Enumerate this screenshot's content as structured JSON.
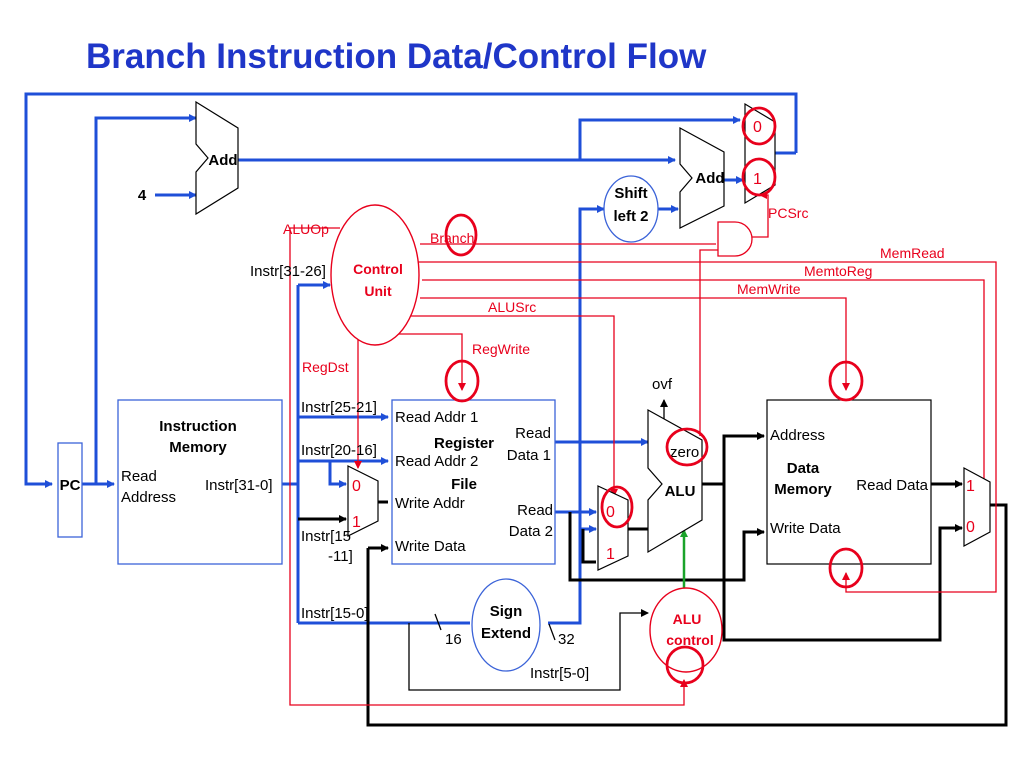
{
  "title": "Branch Instruction Data/Control Flow",
  "components": {
    "pc": "PC",
    "imem_title": [
      "Instruction",
      "Memory"
    ],
    "imem_read": [
      "Read",
      "Address"
    ],
    "imem_out": "Instr[31-0]",
    "add_pc": "Add",
    "const_four": "4",
    "add_branch": "Add",
    "shift": [
      "Shift",
      "left 2"
    ],
    "control": [
      "Control",
      "Unit"
    ],
    "regfile_title": [
      "Register",
      "File"
    ],
    "reg_read1": "Read Addr 1",
    "reg_read2": "Read Addr 2",
    "reg_writeaddr": "Write Addr",
    "reg_writedata": "Write Data",
    "reg_out1": [
      "Read",
      "Data 1"
    ],
    "reg_out2": [
      "Read",
      "Data 2"
    ],
    "alu": "ALU",
    "zero": "zero",
    "ovf": "ovf",
    "dmem_title": [
      "Data",
      "Memory"
    ],
    "dmem_addr": "Address",
    "dmem_wdata": "Write Data",
    "dmem_rdata": "Read Data",
    "sign": [
      "Sign",
      "Extend"
    ],
    "alucontrol": [
      "ALU",
      "control"
    ]
  },
  "fields": {
    "f31_26": "Instr[31-26]",
    "f25_21": "Instr[25-21]",
    "f20_16": "Instr[20-16]",
    "f15_11": [
      "Instr[15",
      "-11]"
    ],
    "f15_0": "Instr[15-0]",
    "f5_0": "Instr[5-0]",
    "w16": "16",
    "w32": "32"
  },
  "signals": {
    "aluop": "ALUOp",
    "branch": "Branch",
    "pcsrc": "PCSrc",
    "memread": "MemRead",
    "memtoreg": "MemtoReg",
    "memwrite": "MemWrite",
    "alusrc": "ALUSrc",
    "regwrite": "RegWrite",
    "regdst": "RegDst"
  },
  "mux_inputs": {
    "pc_mux": [
      "0",
      "1"
    ],
    "regdst_mux": [
      "0",
      "1"
    ],
    "alusrc_mux": [
      "0",
      "1"
    ],
    "memtoreg_mux": [
      "1",
      "0"
    ]
  },
  "colors": {
    "title": "#1f36c8",
    "datapath_active": "#1f4fd8",
    "control_signal": "#e8001c",
    "datapath_inactive": "#000000",
    "alu_control_link": "#1aa32a"
  }
}
